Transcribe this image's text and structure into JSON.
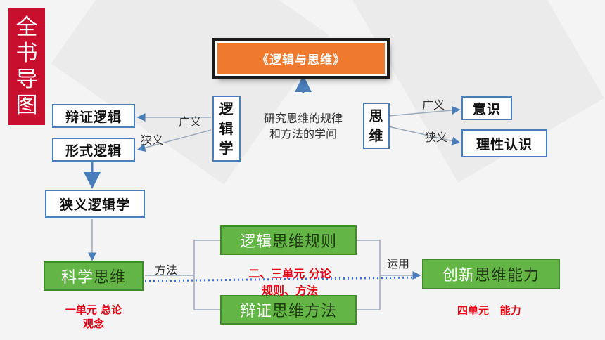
{
  "side_title": {
    "chars": [
      "全",
      "书",
      "导",
      "图"
    ],
    "bg": "#c8102e"
  },
  "top_box": {
    "text": "《逻辑与思维》",
    "bg": "#ef7a2e"
  },
  "logic_box": {
    "chars": [
      "逻",
      "辑",
      "学"
    ]
  },
  "center_text": {
    "line1": "研究思维的规律",
    "line2": "和方法的学问"
  },
  "thinking_box": {
    "chars": [
      "思",
      "维"
    ]
  },
  "left_boxes": {
    "dialectical": "辩证逻辑",
    "formal": "形式逻辑",
    "narrow": "狭义逻辑学"
  },
  "right_boxes": {
    "consciousness": "意识",
    "rational": "理性认识"
  },
  "edge_labels": {
    "broad_left": "广义",
    "narrow_left": "狭义",
    "broad_right": "广义",
    "narrow_right": "狭义",
    "method": "方法",
    "apply": "运用"
  },
  "green_boxes": {
    "science": {
      "light": "科学",
      "dark": "思维"
    },
    "logic_rules": {
      "light": "逻辑",
      "dark": "思维规则"
    },
    "dialectic_methods": {
      "light": "辩证",
      "dark": "思维方法"
    },
    "innovation": {
      "light": "创新",
      "dark": "思维能力"
    }
  },
  "red_notes": {
    "unit1_line1": "一单元 总论",
    "unit1_line2": "观念",
    "unit23_line1": "二、三单元 分论",
    "unit23_line2": "规则、方法",
    "unit4": "四单元   能力"
  },
  "colors": {
    "accent": "#4a7ebb",
    "green": "#63b645",
    "red_text": "#e60012",
    "orange": "#ef7a2e"
  }
}
